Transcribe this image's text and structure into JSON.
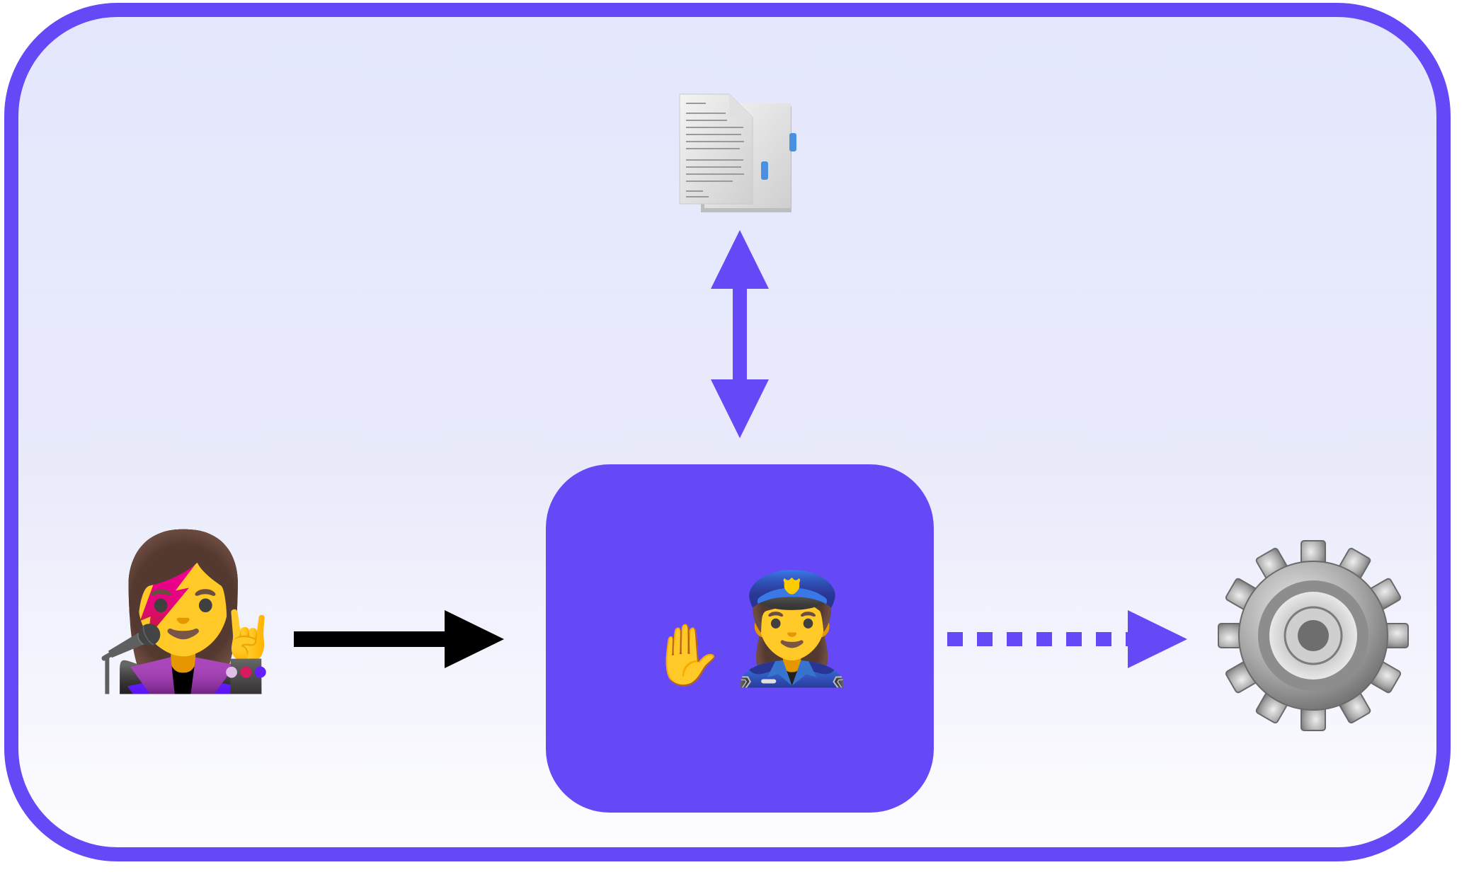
{
  "diagram": {
    "nodes": {
      "singer": {
        "icon": "woman-singer-icon",
        "glyph": "👩‍🎤"
      },
      "documents": {
        "icon": "documents-icon"
      },
      "guard": {
        "hand_icon": "raised-hand-icon",
        "hand_glyph": "✋",
        "officer_icon": "police-officer-icon",
        "officer_glyph": "👮‍♀️"
      },
      "gear": {
        "icon": "gear-icon"
      }
    },
    "edges": [
      {
        "from": "singer",
        "to": "guard",
        "style": "solid",
        "color": "#000000"
      },
      {
        "from": "guard",
        "to": "documents",
        "style": "solid",
        "bidirectional": true,
        "color": "#6549f6"
      },
      {
        "from": "guard",
        "to": "gear",
        "style": "dotted",
        "color": "#6549f6"
      }
    ]
  },
  "colors": {
    "accent": "#6549f6",
    "background": "#e6e8fc",
    "arrow_dark": "#000000"
  }
}
